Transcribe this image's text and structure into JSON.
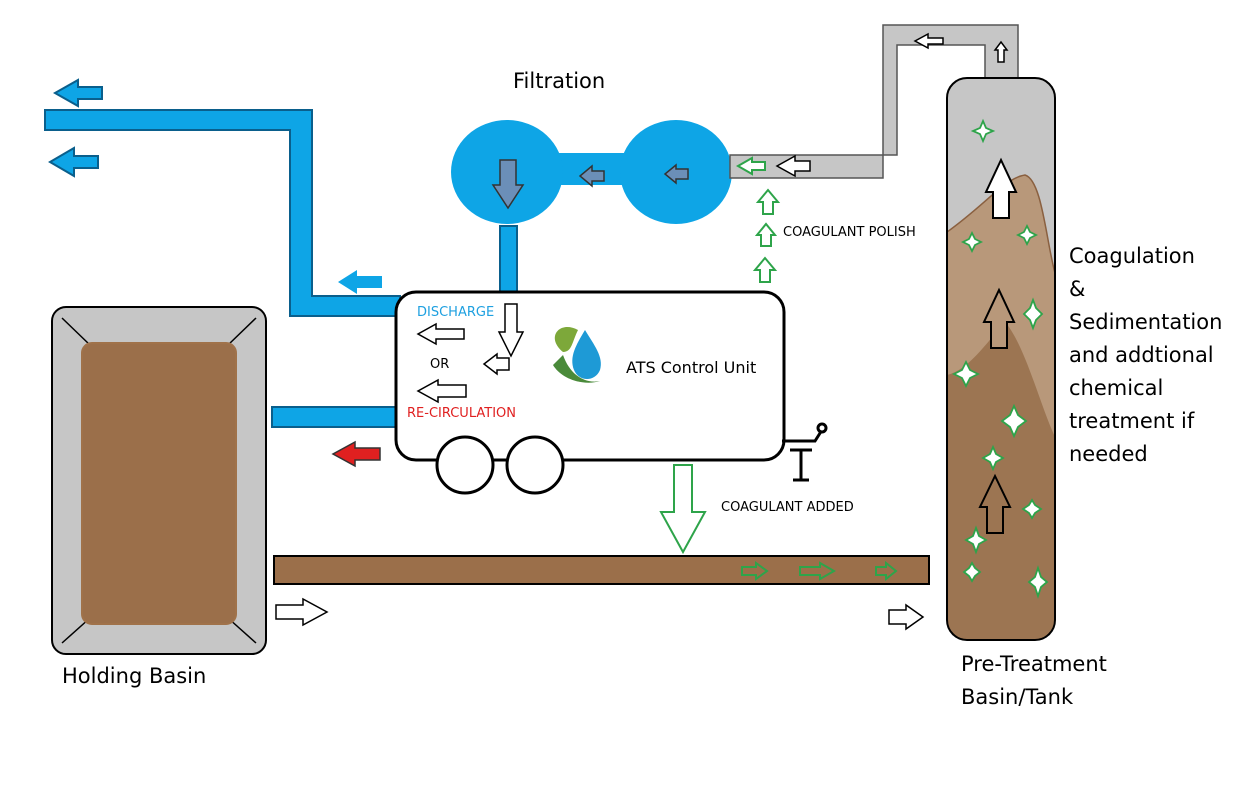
{
  "labels": {
    "filtration": "Filtration",
    "ats_control_unit": "ATS Control Unit",
    "discharge": "DISCHARGE",
    "or": "OR",
    "recirculation": "RE-CIRCULATION",
    "coagulant_polish": "COAGULANT POLISH",
    "coagulant_added": "COAGULANT ADDED",
    "holding_basin": "Holding Basin",
    "pretreatment_line1": "Pre-Treatment",
    "pretreatment_line2": "Basin/Tank",
    "coagulation_lines": [
      "Coagulation",
      "&",
      "Sedimentation",
      "and addtional",
      "chemical",
      "treatment if",
      "needed"
    ]
  },
  "colors": {
    "clean_water": "#0ea5e6",
    "filter_arrow": "#6b8fb8",
    "dirty_water": "#9b6f4a",
    "sediment_light": "#b8987a",
    "sediment_dark": "#9c7552",
    "basin_frame": "#c6c6c6",
    "coagulant": "#2ea44a",
    "recirculation_arrow": "#e02020",
    "discharge_text": "#1ea0e0",
    "recirculation_text": "#e02020"
  },
  "icons": {
    "logo": "water-drop-leaf-logo"
  }
}
